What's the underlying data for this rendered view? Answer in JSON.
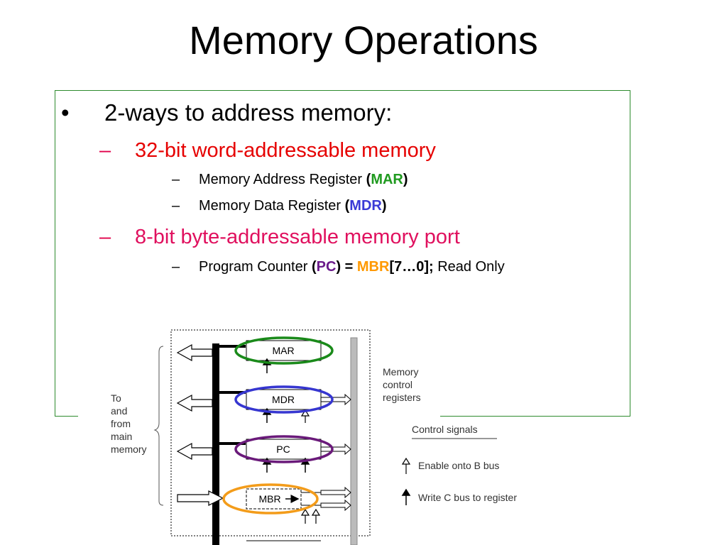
{
  "slide": {
    "title": "Memory Operations"
  },
  "content": {
    "bullet_marker": "•",
    "heading": "2-ways to address memory:",
    "word_addressable": {
      "dash": "–",
      "label": "32-bit word-addressable memory",
      "color": "#e60000",
      "items": [
        {
          "dash": "–",
          "text": "Memory Address Register ",
          "open": "(",
          "abbr": "MAR",
          "close": ")",
          "abbr_color": "#1f9a1f"
        },
        {
          "dash": "–",
          "text": "Memory Data Register ",
          "open": "(",
          "abbr": "MDR",
          "close": ")",
          "abbr_color": "#3a3ad6"
        }
      ]
    },
    "byte_addressable": {
      "dash": "–",
      "label": "8-bit byte-addressable memory port",
      "color": "#e0105e",
      "items": [
        {
          "dash": "–",
          "text": "Program Counter ",
          "open": "(",
          "abbr": "PC",
          "close": ") = ",
          "abbr_color": "#6a1a8a",
          "mbr": "MBR",
          "mbr_color": "#ff9900",
          "range": "[7…0];",
          "suffix": " Read Only"
        }
      ]
    }
  },
  "diagram": {
    "registers": [
      {
        "label": "MAR",
        "highlight": "#1a8a1a"
      },
      {
        "label": "MDR",
        "highlight": "#3636d0"
      },
      {
        "label": "PC",
        "highlight": "#6a1a7a"
      },
      {
        "label": "MBR",
        "highlight": "#f39c1a"
      }
    ],
    "side_label_lines": [
      "To",
      "and",
      "from",
      "main",
      "memory"
    ],
    "memory_control_lines": [
      "Memory",
      "control",
      "registers"
    ],
    "legend": {
      "title": "Control signals",
      "items": [
        {
          "text": "Enable onto B bus"
        },
        {
          "text": "Write C bus to register"
        }
      ]
    }
  }
}
